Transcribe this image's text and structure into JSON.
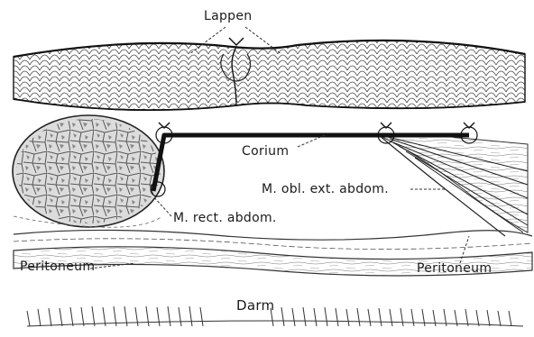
{
  "labels": {
    "lappen": "Lappen",
    "corium": "Corium",
    "m_obl": "M. obl. ext. abdom.",
    "m_rect": "M. rect. abdom.",
    "peritoneum_left": "Peritoneum",
    "peritoneum_right": "Peritoneum",
    "darm": "Darm"
  }
}
